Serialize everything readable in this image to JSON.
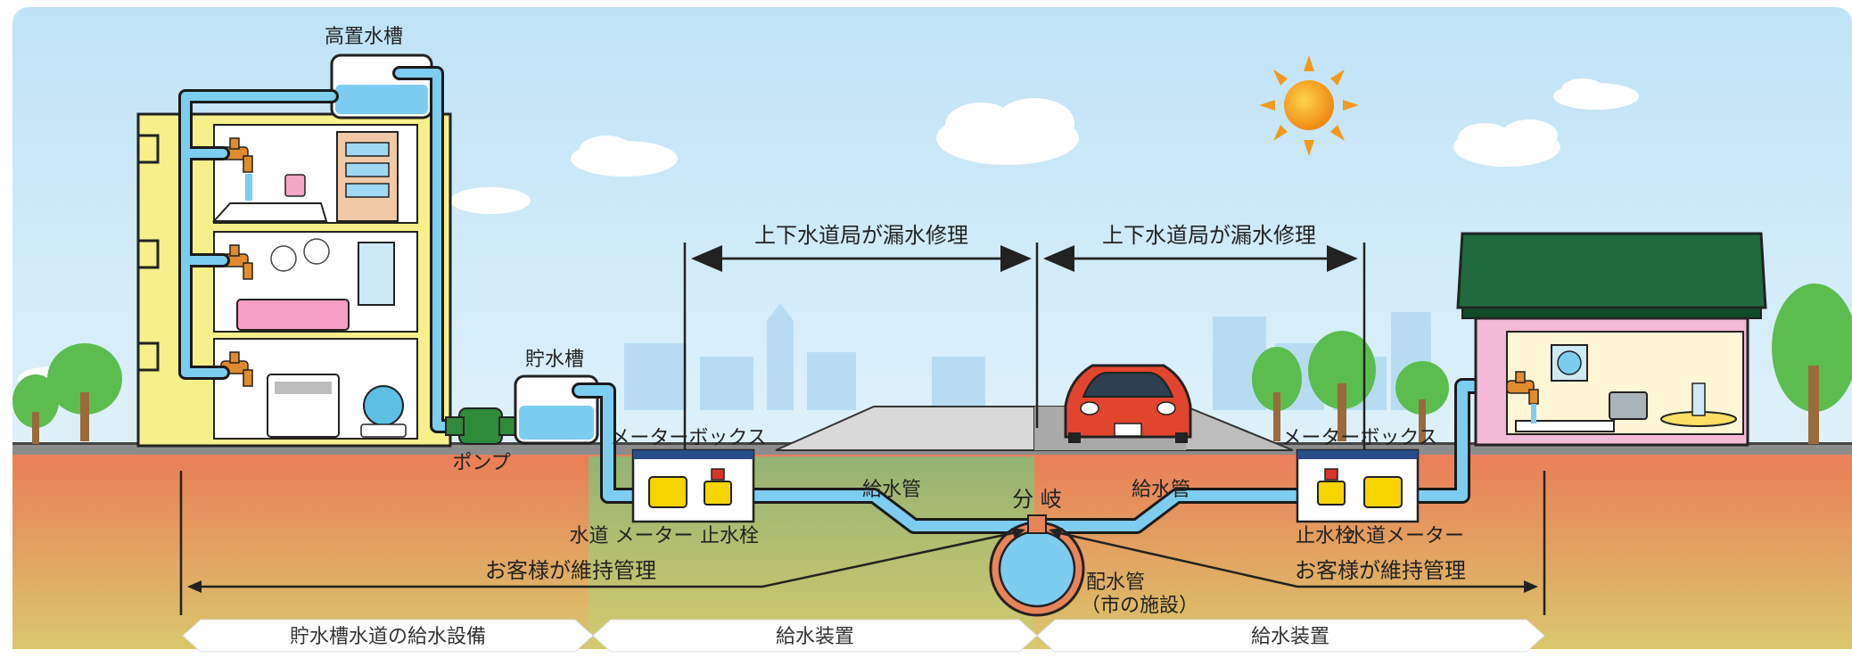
{
  "labels": {
    "elevated_tank": "高置水槽",
    "storage_tank": "貯水槽",
    "pump": "ポンプ",
    "meter_box_left": "メーターボックス",
    "meter_box_right": "メーターボックス",
    "repair_left": "上下水道局が漏水修理",
    "repair_right": "上下水道局が漏水修理",
    "supply_pipe_left": "給水管",
    "supply_pipe_right": "給水管",
    "branch": "分 岐",
    "water_meter_left": "水道 メーター",
    "stopcock_left": "止水栓",
    "stopcock_right": "止水栓",
    "water_meter_right": "水道メーター",
    "customer_left": "お客様が維持管理",
    "customer_right": "お客様が維持管理",
    "main_pipe": "配水管",
    "main_pipe_note": "（市の施設）"
  },
  "bottom_bands": [
    {
      "label": "貯水槽水道の給水設備"
    },
    {
      "label": "給水装置"
    },
    {
      "label": "給水装置"
    }
  ],
  "colors": {
    "sky": "#cfe9f7",
    "water": "#7ccdf0",
    "pipe_outline": "#1a1a1a",
    "ground_top": "#e8845a",
    "ground_bottom": "#d8c46a",
    "building": "#f7ef8a",
    "roof": "#1f6b3e",
    "house_wall": "#f3b9d6",
    "car": "#e2452d",
    "sun": "#f39a1c"
  }
}
